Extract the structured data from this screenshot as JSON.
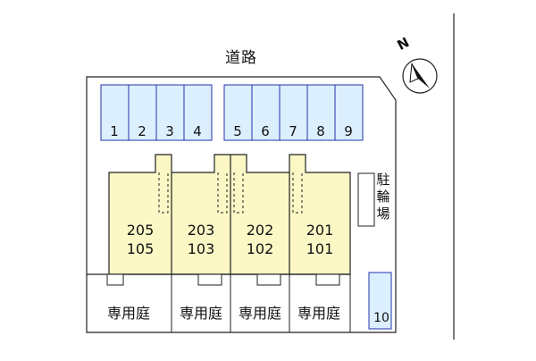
{
  "site": {
    "road_label": "道路",
    "north_label": "N"
  },
  "parking": {
    "left_row": [
      "1",
      "2",
      "3",
      "4"
    ],
    "right_row": [
      "5",
      "6",
      "7",
      "8",
      "9"
    ],
    "extra": "10"
  },
  "units": [
    {
      "upper": "205",
      "lower": "105"
    },
    {
      "upper": "203",
      "lower": "103"
    },
    {
      "upper": "202",
      "lower": "102"
    },
    {
      "upper": "201",
      "lower": "101"
    }
  ],
  "gardens": [
    "専用庭",
    "専用庭",
    "専用庭",
    "専用庭"
  ],
  "bike_parking": "駐輪場",
  "colors": {
    "parking_fill": "#dcefff",
    "parking_stroke": "#2233aa",
    "building_fill": "#fbf8c6",
    "lot_fill": "#ffffff",
    "line": "#222222"
  }
}
